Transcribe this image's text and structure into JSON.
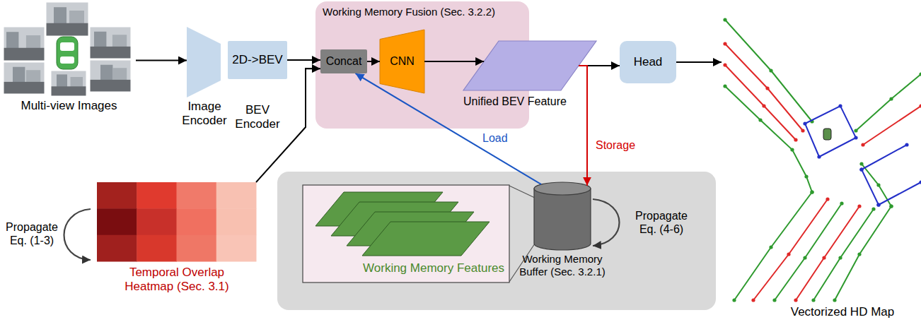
{
  "diagram": {
    "nodes": [
      {
        "text": [
          "Multi-view Images"
        ]
      },
      {
        "text": [
          "Image Encoder"
        ]
      },
      {
        "text": [
          "2D->BEV",
          "BEV Encoder"
        ]
      },
      {
        "text": [
          "Working Memory Fusion (Sec. 3.2.2)"
        ]
      },
      {
        "text": [
          "Concat"
        ],
        "in": 3
      },
      {
        "text": [
          "CNN"
        ],
        "in": 3
      },
      {
        "text": [
          "Unified BEV Feature"
        ],
        "in": 3
      },
      {
        "text": [
          "Head"
        ]
      },
      {
        "text": [
          "Vectorized HD Map"
        ]
      },
      {
        "text": [
          "Temporal Overlap Heatmap (Sec. 3.1)"
        ]
      },
      {
        "text": [
          "Working Memory Features"
        ]
      },
      {
        "text": [
          "Working Memory Buffer (Sec. 3.2.1)"
        ]
      }
    ],
    "edges": [
      {
        "from": 0,
        "to": 1,
        "arrow": "to"
      },
      {
        "from": 2,
        "to": 4,
        "arrow": "to"
      },
      {
        "from": 9,
        "to": 4,
        "arrow": "to"
      },
      {
        "from": 4,
        "to": 5,
        "arrow": "to"
      },
      {
        "from": 5,
        "to": 6,
        "arrow": "to"
      },
      {
        "from": 6,
        "to": 7,
        "arrow": "to"
      },
      {
        "from": 7,
        "to": 8,
        "arrow": "to"
      },
      {
        "from": 6,
        "to": 11,
        "label": "Storage",
        "arrow": "to"
      },
      {
        "from": 11,
        "to": 4,
        "label": "Load",
        "arrow": "to"
      }
    ],
    "labels": [
      "Propagate Eq. (1-3)",
      "Propagate Eq. (4-6)"
    ]
  }
}
